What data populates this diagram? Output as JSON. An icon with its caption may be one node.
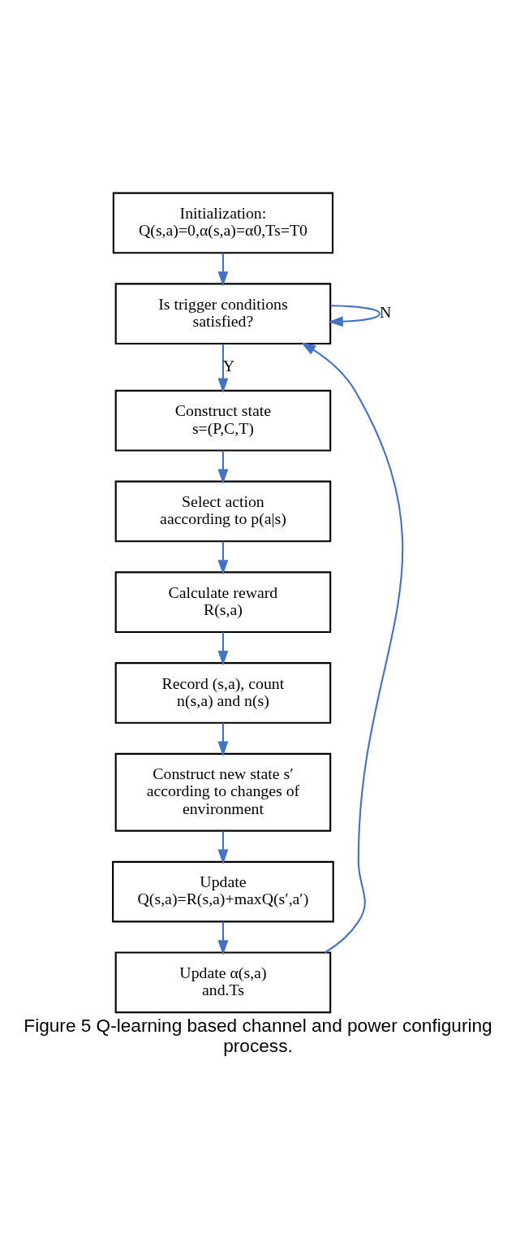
{
  "diagram": {
    "caption": "Figure 5 Q-learning based channel and power configuring process.",
    "nodes": [
      {
        "text": [
          "Initialization:",
          "Q(s,a)=0,α(s,a)=α0,Ts=T0"
        ]
      },
      {
        "text": [
          "Is trigger conditions satisfied?"
        ]
      },
      {
        "text": [
          "Construct state",
          "s=(P,C,T)"
        ]
      },
      {
        "text": [
          "Select action",
          "aaccording to p(a|s)"
        ]
      },
      {
        "text": [
          "Calculate reward",
          "R(s,a)"
        ]
      },
      {
        "text": [
          "Record (s,a), count",
          "n(s,a) and n(s)"
        ]
      },
      {
        "text": [
          "Construct new state s′ according to changes of environment"
        ]
      },
      {
        "text": [
          "Update",
          "Q(s,a)=R(s,a)+maxQ(s′,a′)"
        ]
      },
      {
        "text": [
          "Update α(s,a)",
          "and.Ts"
        ]
      }
    ],
    "edges": [
      {
        "from": 0,
        "to": 1,
        "arrow": "to"
      },
      {
        "from": 1,
        "to": 1,
        "arrow": "to",
        "label": "N"
      },
      {
        "from": 1,
        "to": 2,
        "arrow": "to",
        "label": "Y"
      },
      {
        "from": 2,
        "to": 3,
        "arrow": "to"
      },
      {
        "from": 3,
        "to": 4,
        "arrow": "to"
      },
      {
        "from": 4,
        "to": 5,
        "arrow": "to"
      },
      {
        "from": 5,
        "to": 6,
        "arrow": "to"
      },
      {
        "from": 6,
        "to": 7,
        "arrow": "to"
      },
      {
        "from": 7,
        "to": 8,
        "arrow": "to"
      },
      {
        "from": 8,
        "to": 1,
        "arrow": "to"
      }
    ]
  }
}
